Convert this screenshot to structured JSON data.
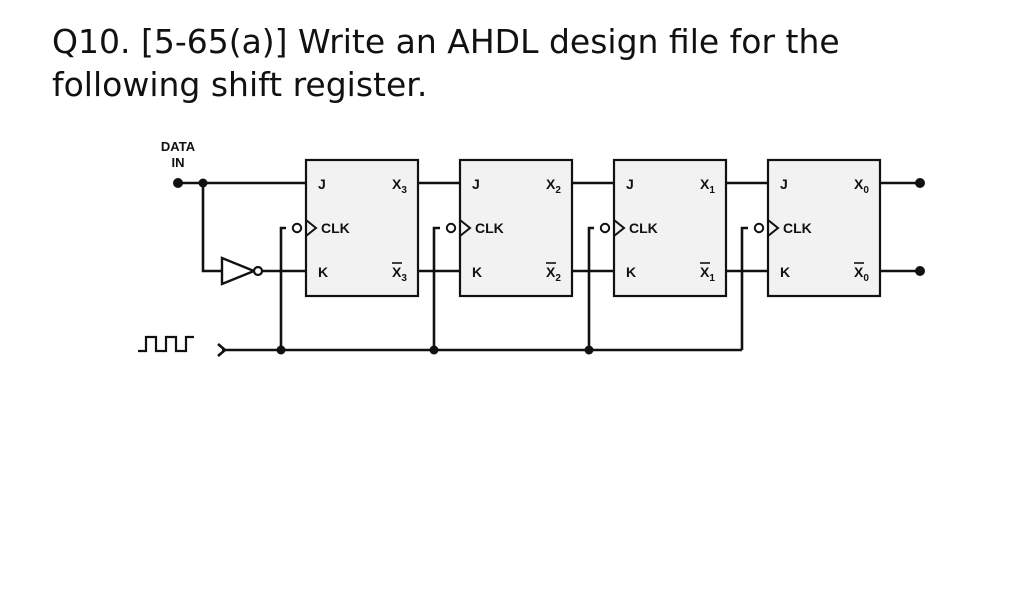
{
  "question": {
    "line1": "Q10. [5-65(a)] Write an AHDL design file for the",
    "line2": "following shift register."
  },
  "diagram": {
    "input_label_line1": "DATA",
    "input_label_line2": "IN",
    "flip_flops": [
      {
        "j": "J",
        "clk": "CLK",
        "k": "K",
        "q": "X",
        "q_sub": "3",
        "qn": "X",
        "qn_sub": "3"
      },
      {
        "j": "J",
        "clk": "CLK",
        "k": "K",
        "q": "X",
        "q_sub": "2",
        "qn": "X",
        "qn_sub": "2"
      },
      {
        "j": "J",
        "clk": "CLK",
        "k": "K",
        "q": "X",
        "q_sub": "1",
        "qn": "X",
        "qn_sub": "1"
      },
      {
        "j": "J",
        "clk": "CLK",
        "k": "K",
        "q": "X",
        "q_sub": "0",
        "qn": "X",
        "qn_sub": "0"
      }
    ],
    "colors": {
      "box_fill": "#f2f2f2",
      "line": "#111111"
    }
  }
}
